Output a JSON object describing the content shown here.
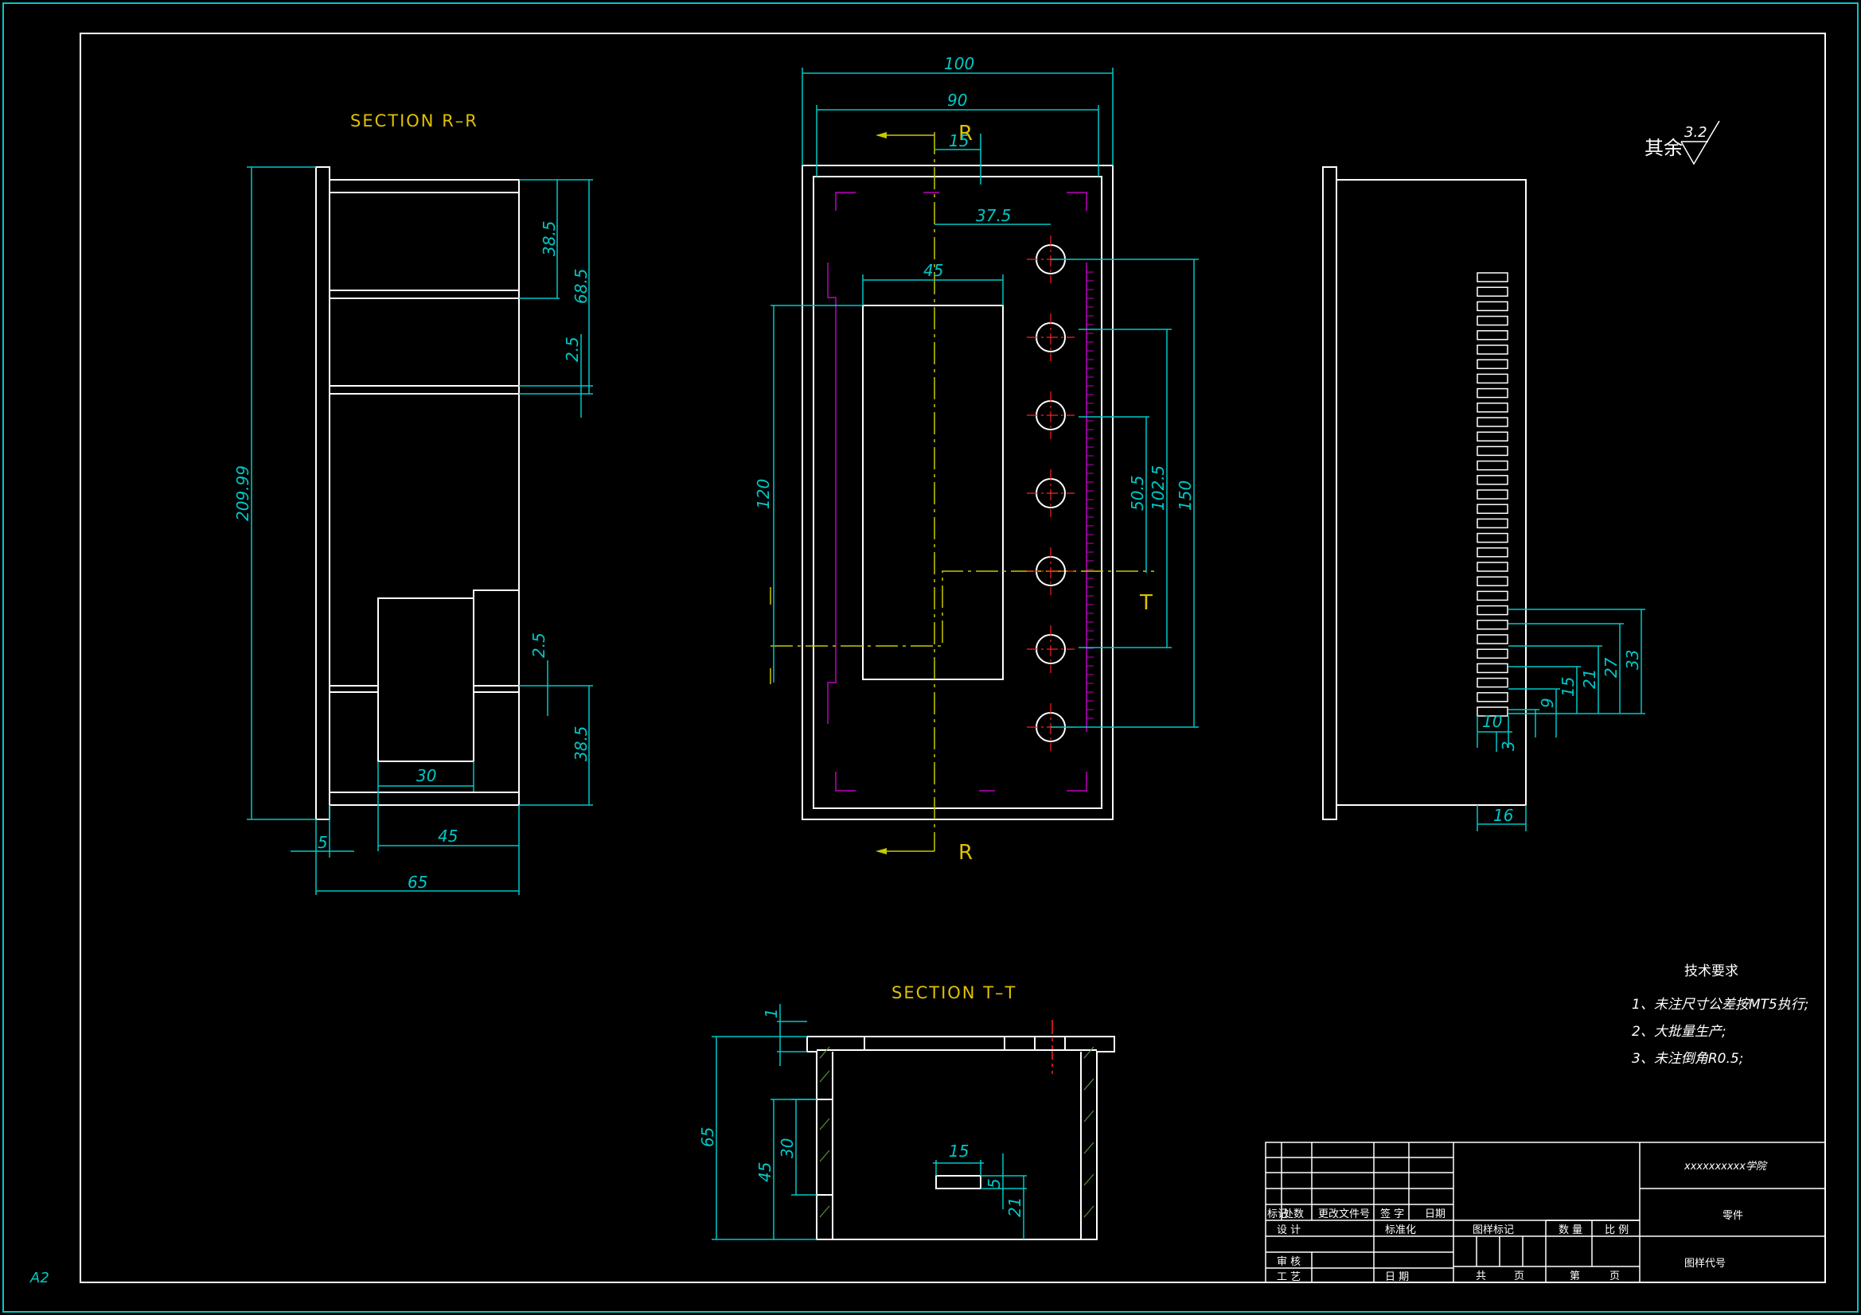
{
  "colors": {
    "background": "#000000",
    "outline": "#ffffff",
    "dimension": "#00c8c8",
    "center_line": "#ff2020",
    "section_line": "#c8c800",
    "hidden_line": "#c000c0",
    "label": "#e0c000"
  },
  "sheet_size": "A2",
  "views": {
    "section_rr": {
      "title": "SECTION R–R"
    },
    "section_tt": {
      "title": "SECTION T–T"
    },
    "front": {
      "section_label_top": "R",
      "section_label_bottom": "R",
      "section_label_t": "T"
    }
  },
  "dimensions": {
    "rr_total_height": "209.99",
    "rr_d1": "38.5",
    "rr_d2": "68.5",
    "rr_d3": "2.5",
    "rr_d4": "2.5",
    "rr_d5": "38.5",
    "rr_inner": "30",
    "rr_width1": "45",
    "rr_wall": "5",
    "rr_depth": "65",
    "front_w100": "100",
    "front_w90": "90",
    "front_15": "15",
    "front_37_5": "37.5",
    "front_45": "45",
    "front_120": "120",
    "front_50_5": "50.5",
    "front_102_5": "102.5",
    "front_150": "150",
    "side_33": "33",
    "side_27": "27",
    "side_21": "21",
    "side_15": "15",
    "side_9": "9",
    "side_10": "10",
    "side_3": "3",
    "side_16": "16",
    "tt_1": "1",
    "tt_65": "65",
    "tt_45": "45",
    "tt_30": "30",
    "tt_15": "15",
    "tt_5": "5",
    "tt_21": "21"
  },
  "surface_finish": {
    "prefix": "其余",
    "value": "3.2"
  },
  "tech_requirements": {
    "title": "技术要求",
    "items": [
      "1、未注尺寸公差按MT5执行;",
      "2、大批量生产;",
      "3、未注倒角R0.5;"
    ]
  },
  "title_block": {
    "school": "xxxxxxxxxx学院",
    "part": "零件",
    "drawing_code": "图样代号",
    "labels": {
      "mark": "标记",
      "count": "处数",
      "change_doc": "更改文件号",
      "signature": "签 字",
      "date": "日期",
      "design": "设 计",
      "standardize": "标准化",
      "review": "审 核",
      "process": "工 艺",
      "date2": "日 期",
      "drawing_mark": "图样标记",
      "quantity": "数 量",
      "scale": "比 例",
      "total": "共",
      "sheet": "页",
      "no": "第",
      "sheet2": "页"
    }
  }
}
